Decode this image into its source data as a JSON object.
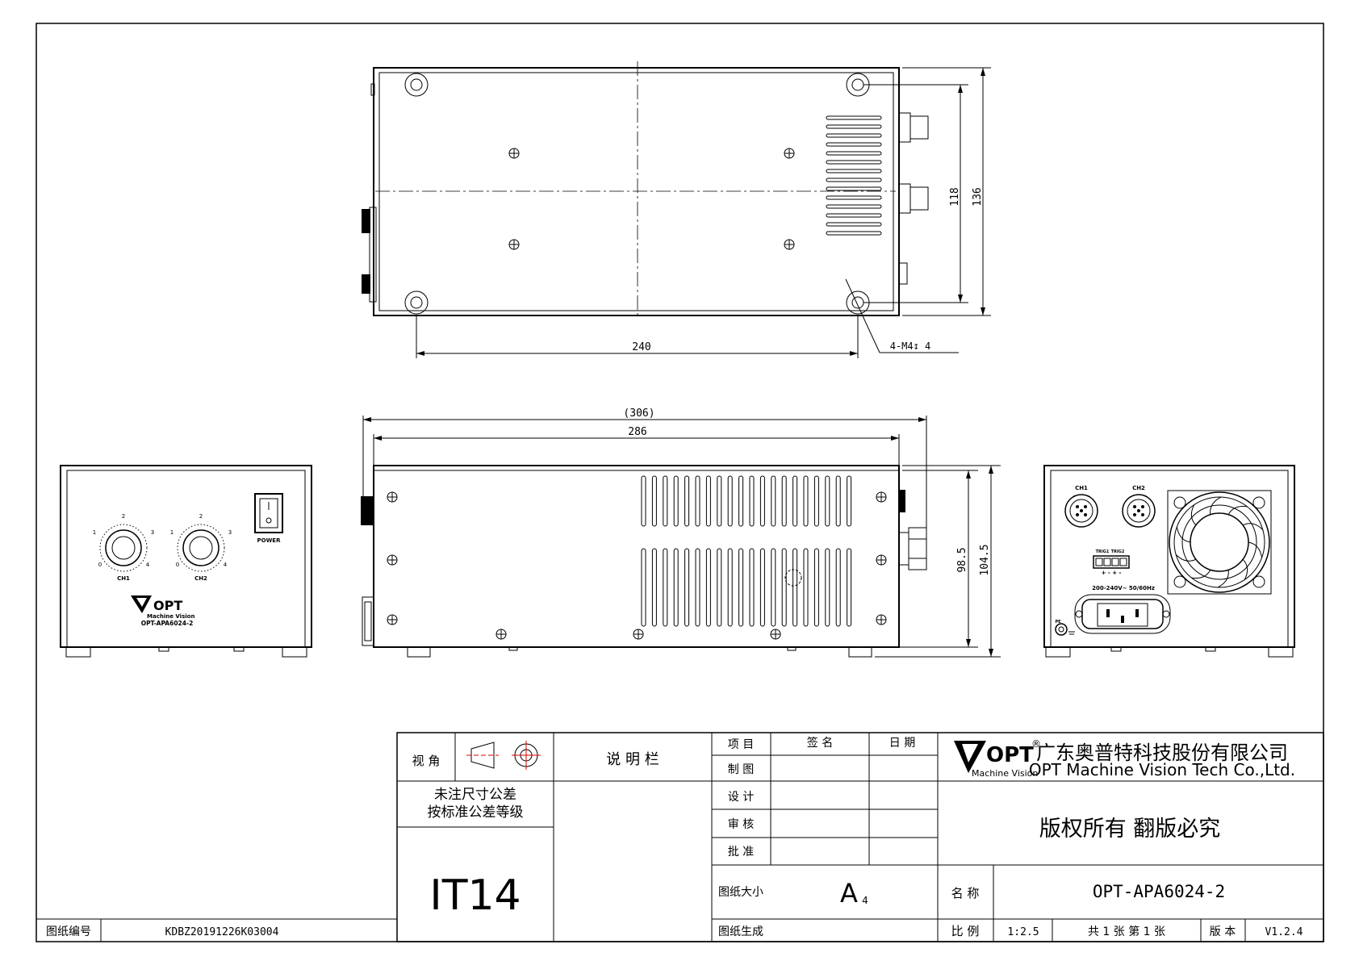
{
  "drawing": {
    "dims": {
      "top_width": "240",
      "top_height_inner": "118",
      "top_height_outer": "136",
      "thread_callout": "4-M4↧ 4",
      "overall_length": "(306)",
      "body_length": "286",
      "side_height_inner": "98.5",
      "side_height_outer": "104.5"
    },
    "front": {
      "dial1": "CH1",
      "dial2": "CH2",
      "dial_ticks": [
        "0",
        "1",
        "2",
        "3",
        "4"
      ],
      "power": "POWER",
      "logo": "OPT",
      "logo_sub": "Machine Vision",
      "model": "OPT-APA6024-2"
    },
    "rear": {
      "ch1": "CH1",
      "ch2": "CH2",
      "trig1": "TRIG1",
      "trig2": "TRIG2",
      "terminal_marks": "+ - + -",
      "voltage": "200-240V~ 50/60Hz",
      "pe": "PE"
    }
  },
  "title_block": {
    "view_label": "视  角",
    "notes_label": "说 明 栏",
    "tolerance_note_line1": "未注尺寸公差",
    "tolerance_note_line2": "按标准公差等级",
    "tolerance_grade": "IT14",
    "col_item": "项 目",
    "col_sign": "签 名",
    "col_date": "日 期",
    "row_draw": "制 图",
    "row_design": "设 计",
    "row_review": "审 核",
    "row_approve": "批 准",
    "row_size": "图纸大小",
    "size_value": "A",
    "size_sub": "4",
    "row_gen": "图纸生成",
    "company_logo": "OPT",
    "company_logo_mark": "®",
    "company_logo_sub": "Machine Vision",
    "company_cn": "广东奥普特科技股份有限公司",
    "company_en": "OPT Machine Vision Tech Co.,Ltd.",
    "copyright": "版权所有  翻版必究",
    "name_label": "名 称",
    "name_value": "OPT-APA6024-2",
    "scale_label": "比 例",
    "scale_value": "1:2.5",
    "sheets": "共 1 张  第 1 张",
    "version_label": "版 本",
    "version_value": "V1.2.4",
    "drawing_no_label": "图纸编号",
    "drawing_no_value": "KDBZ20191226K03004"
  }
}
